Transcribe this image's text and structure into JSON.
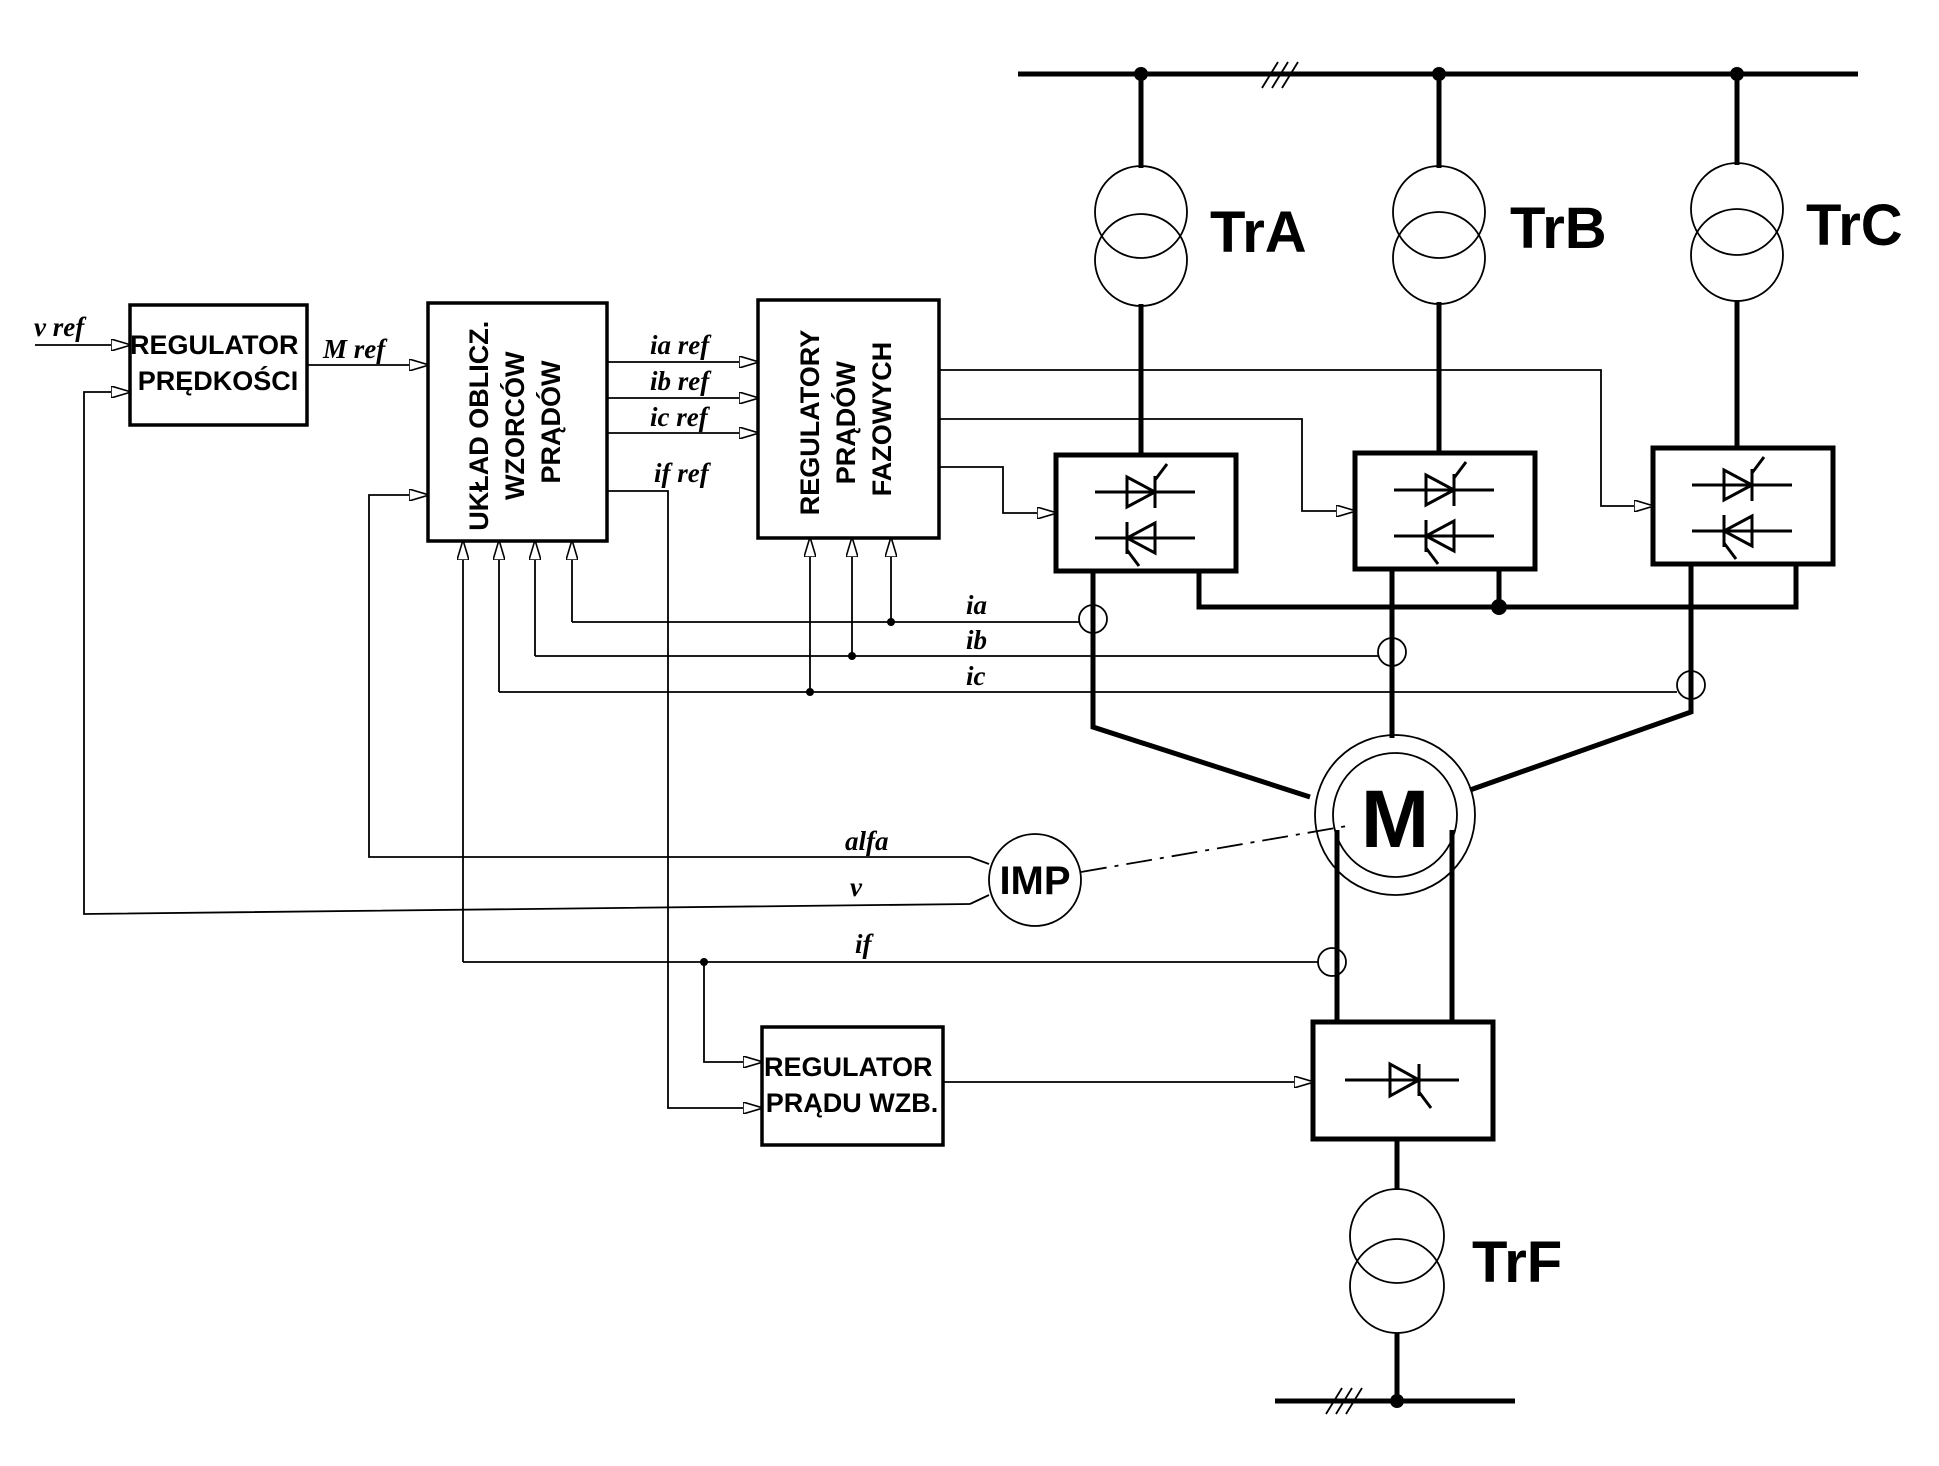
{
  "blocks": {
    "speed_regulator": [
      "REGULATOR",
      "PRĘDKOŚCI"
    ],
    "reference_calc": [
      "UKŁAD OBLICZ.",
      "WZORCÓW",
      "PRĄDÓW"
    ],
    "phase_regulators": [
      "REGULATORY",
      "PRĄDÓW",
      "FAZOWYCH"
    ],
    "field_regulator": [
      "REGULATOR",
      "PRĄDU WZB."
    ]
  },
  "signals": {
    "v_ref": "v ref",
    "m_ref": "M ref",
    "ia_ref": "ia ref",
    "ib_ref": "ib ref",
    "ic_ref": "ic ref",
    "if_ref": "if ref",
    "ia": "ia",
    "ib": "ib",
    "ic": "ic",
    "alfa": "alfa",
    "v": "v",
    "if": "if"
  },
  "transformers": {
    "a": "TrA",
    "b": "TrB",
    "c": "TrC",
    "f": "TrF"
  },
  "motor": "M",
  "encoder": "IMP",
  "colors": {
    "ink": "#000000",
    "paper": "#ffffff"
  }
}
